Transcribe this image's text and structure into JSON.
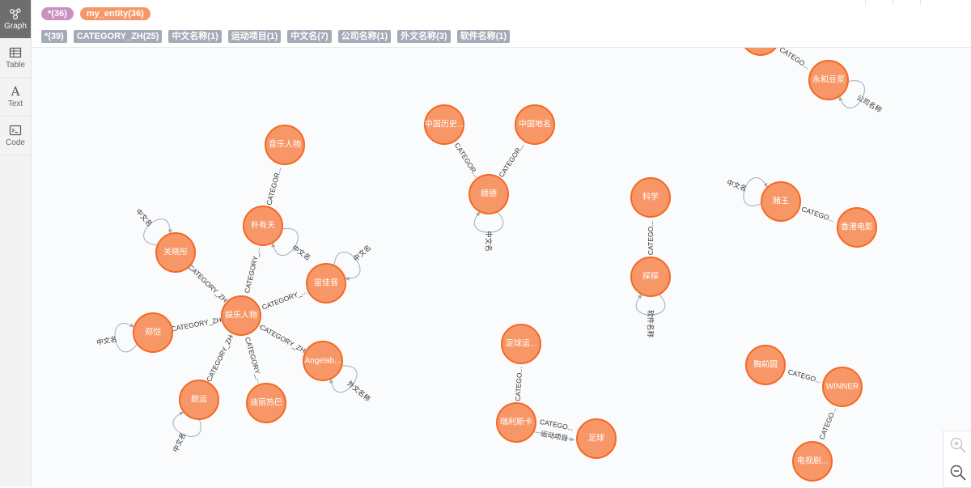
{
  "sidebar": {
    "items": [
      {
        "label": "Graph",
        "icon": "graph-icon",
        "active": true
      },
      {
        "label": "Table",
        "icon": "table-icon",
        "active": false
      },
      {
        "label": "Text",
        "icon": "text-icon",
        "active": false
      },
      {
        "label": "Code",
        "icon": "code-icon",
        "active": false
      }
    ]
  },
  "header": {
    "node_labels": [
      {
        "label": "*(36)",
        "color": "#c990c0"
      },
      {
        "label": "my_entity(36)",
        "color": "#f79767"
      }
    ],
    "relationship_types": [
      "*(39)",
      "CATEGORY_ZH(25)",
      "中文名称(1)",
      "运动项目(1)",
      "中文名(7)",
      "公司名称(1)",
      "外文名称(3)",
      "软件名称(1)"
    ]
  },
  "graph": {
    "colors": {
      "node_fill": "#f79767",
      "node_stroke": "#f36924",
      "edge": "#a5abb6"
    },
    "nodes": [
      {
        "id": "n_music",
        "label": "音乐人物"
      },
      {
        "id": "n_pyt",
        "label": "朴有天"
      },
      {
        "id": "n_gxt",
        "label": "关晓彤"
      },
      {
        "id": "n_sjy",
        "label": "宙佳音"
      },
      {
        "id": "n_ent",
        "label": "娱乐人物"
      },
      {
        "id": "n_zk",
        "label": "郑恺"
      },
      {
        "id": "n_angela",
        "label": "Angelab..."
      },
      {
        "id": "n_yy",
        "label": "颜运"
      },
      {
        "id": "n_dlrb",
        "label": "迪丽热巴"
      },
      {
        "id": "n_zglishi",
        "label": "中国历史..."
      },
      {
        "id": "n_zgdiming",
        "label": "中国地名"
      },
      {
        "id": "n_shunde",
        "label": "顺德"
      },
      {
        "id": "n_kexue",
        "label": "科学"
      },
      {
        "id": "n_tanta",
        "label": "探探"
      },
      {
        "id": "n_duwang",
        "label": "赌王"
      },
      {
        "id": "n_hkfilm",
        "label": "香港电影"
      },
      {
        "id": "n_yonghe",
        "label": "永和豆浆"
      },
      {
        "id": "n_football_athlete",
        "label": "足球运..."
      },
      {
        "id": "n_klsk",
        "label": "瑞利斯卡"
      },
      {
        "id": "n_football",
        "label": "足球"
      },
      {
        "id": "n_pqz",
        "label": "胸前圆"
      },
      {
        "id": "n_winner",
        "label": "WINNER"
      },
      {
        "id": "n_tvshow",
        "label": "电视剧..."
      }
    ],
    "edges": [
      {
        "id": "e1",
        "label": "CATEGOR..."
      },
      {
        "id": "e2",
        "label": "CATEGORY_ZH"
      },
      {
        "id": "e3",
        "label": "CATEGORY_..."
      },
      {
        "id": "e4",
        "label": "CATEGORY_..."
      },
      {
        "id": "e5",
        "label": "CATEGORY_ZH"
      },
      {
        "id": "e6",
        "label": "CATEGORY_ZH"
      },
      {
        "id": "e7",
        "label": "CATEGORY_ZH"
      },
      {
        "id": "e8",
        "label": "CATEGORY_..."
      },
      {
        "id": "e9",
        "label": "CATEGOR..."
      },
      {
        "id": "e10",
        "label": "CATEGOR..."
      },
      {
        "id": "e11",
        "label": "CATEGO..."
      },
      {
        "id": "e12",
        "label": "CATEGO..."
      },
      {
        "id": "e13",
        "label": "CATEGO..."
      },
      {
        "id": "e14",
        "label": "CATEGO..."
      },
      {
        "id": "e15",
        "label": "CATEGO..."
      },
      {
        "id": "e16",
        "label": "运动项目"
      },
      {
        "id": "e17",
        "label": "CATEGO..."
      },
      {
        "id": "e18",
        "label": "CATEGO..."
      }
    ],
    "self_loops": [
      {
        "id": "l_gxt",
        "label": "中文名"
      },
      {
        "id": "l_pyt",
        "label": "中文名"
      },
      {
        "id": "l_sjy",
        "label": "中文名"
      },
      {
        "id": "l_zk",
        "label": "中文名"
      },
      {
        "id": "l_angela",
        "label": "外文名称"
      },
      {
        "id": "l_yy",
        "label": "中文名"
      },
      {
        "id": "l_shunde",
        "label": "中文名"
      },
      {
        "id": "l_tanta",
        "label": "软件名称"
      },
      {
        "id": "l_duwang",
        "label": "中文名"
      },
      {
        "id": "l_yonghe",
        "label": "公司名称"
      }
    ]
  }
}
